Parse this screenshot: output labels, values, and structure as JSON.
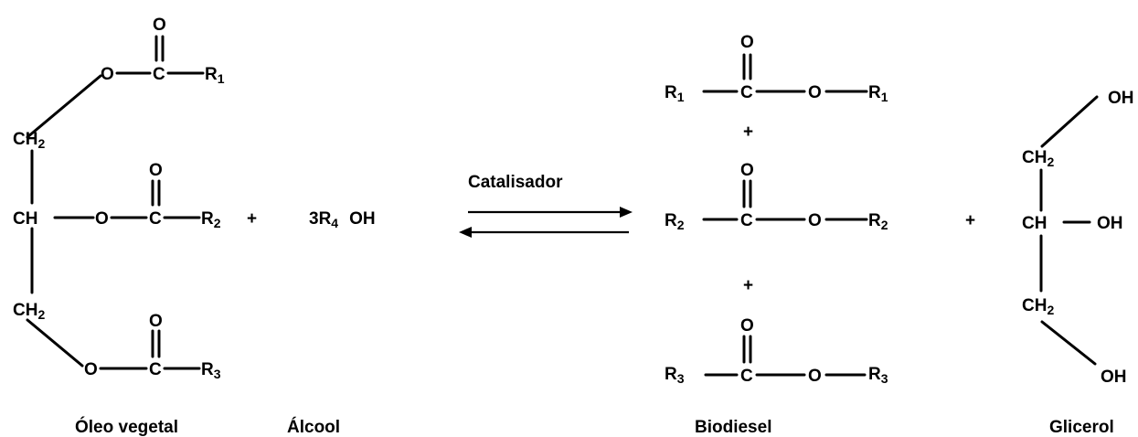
{
  "atoms": {
    "O": "O",
    "C": "C",
    "R": "R",
    "CH": "CH",
    "CH2": "CH",
    "OH": "OH",
    "sub1": "1",
    "sub2": "2",
    "sub3": "3",
    "sub4": "4",
    "plus": "+",
    "coef": "3R"
  },
  "labels": {
    "catalyst": "Catalisador",
    "oil": "Óleo vegetal",
    "alcohol": "Álcool",
    "biodiesel": "Biodiesel",
    "glycerol": "Glicerol"
  }
}
